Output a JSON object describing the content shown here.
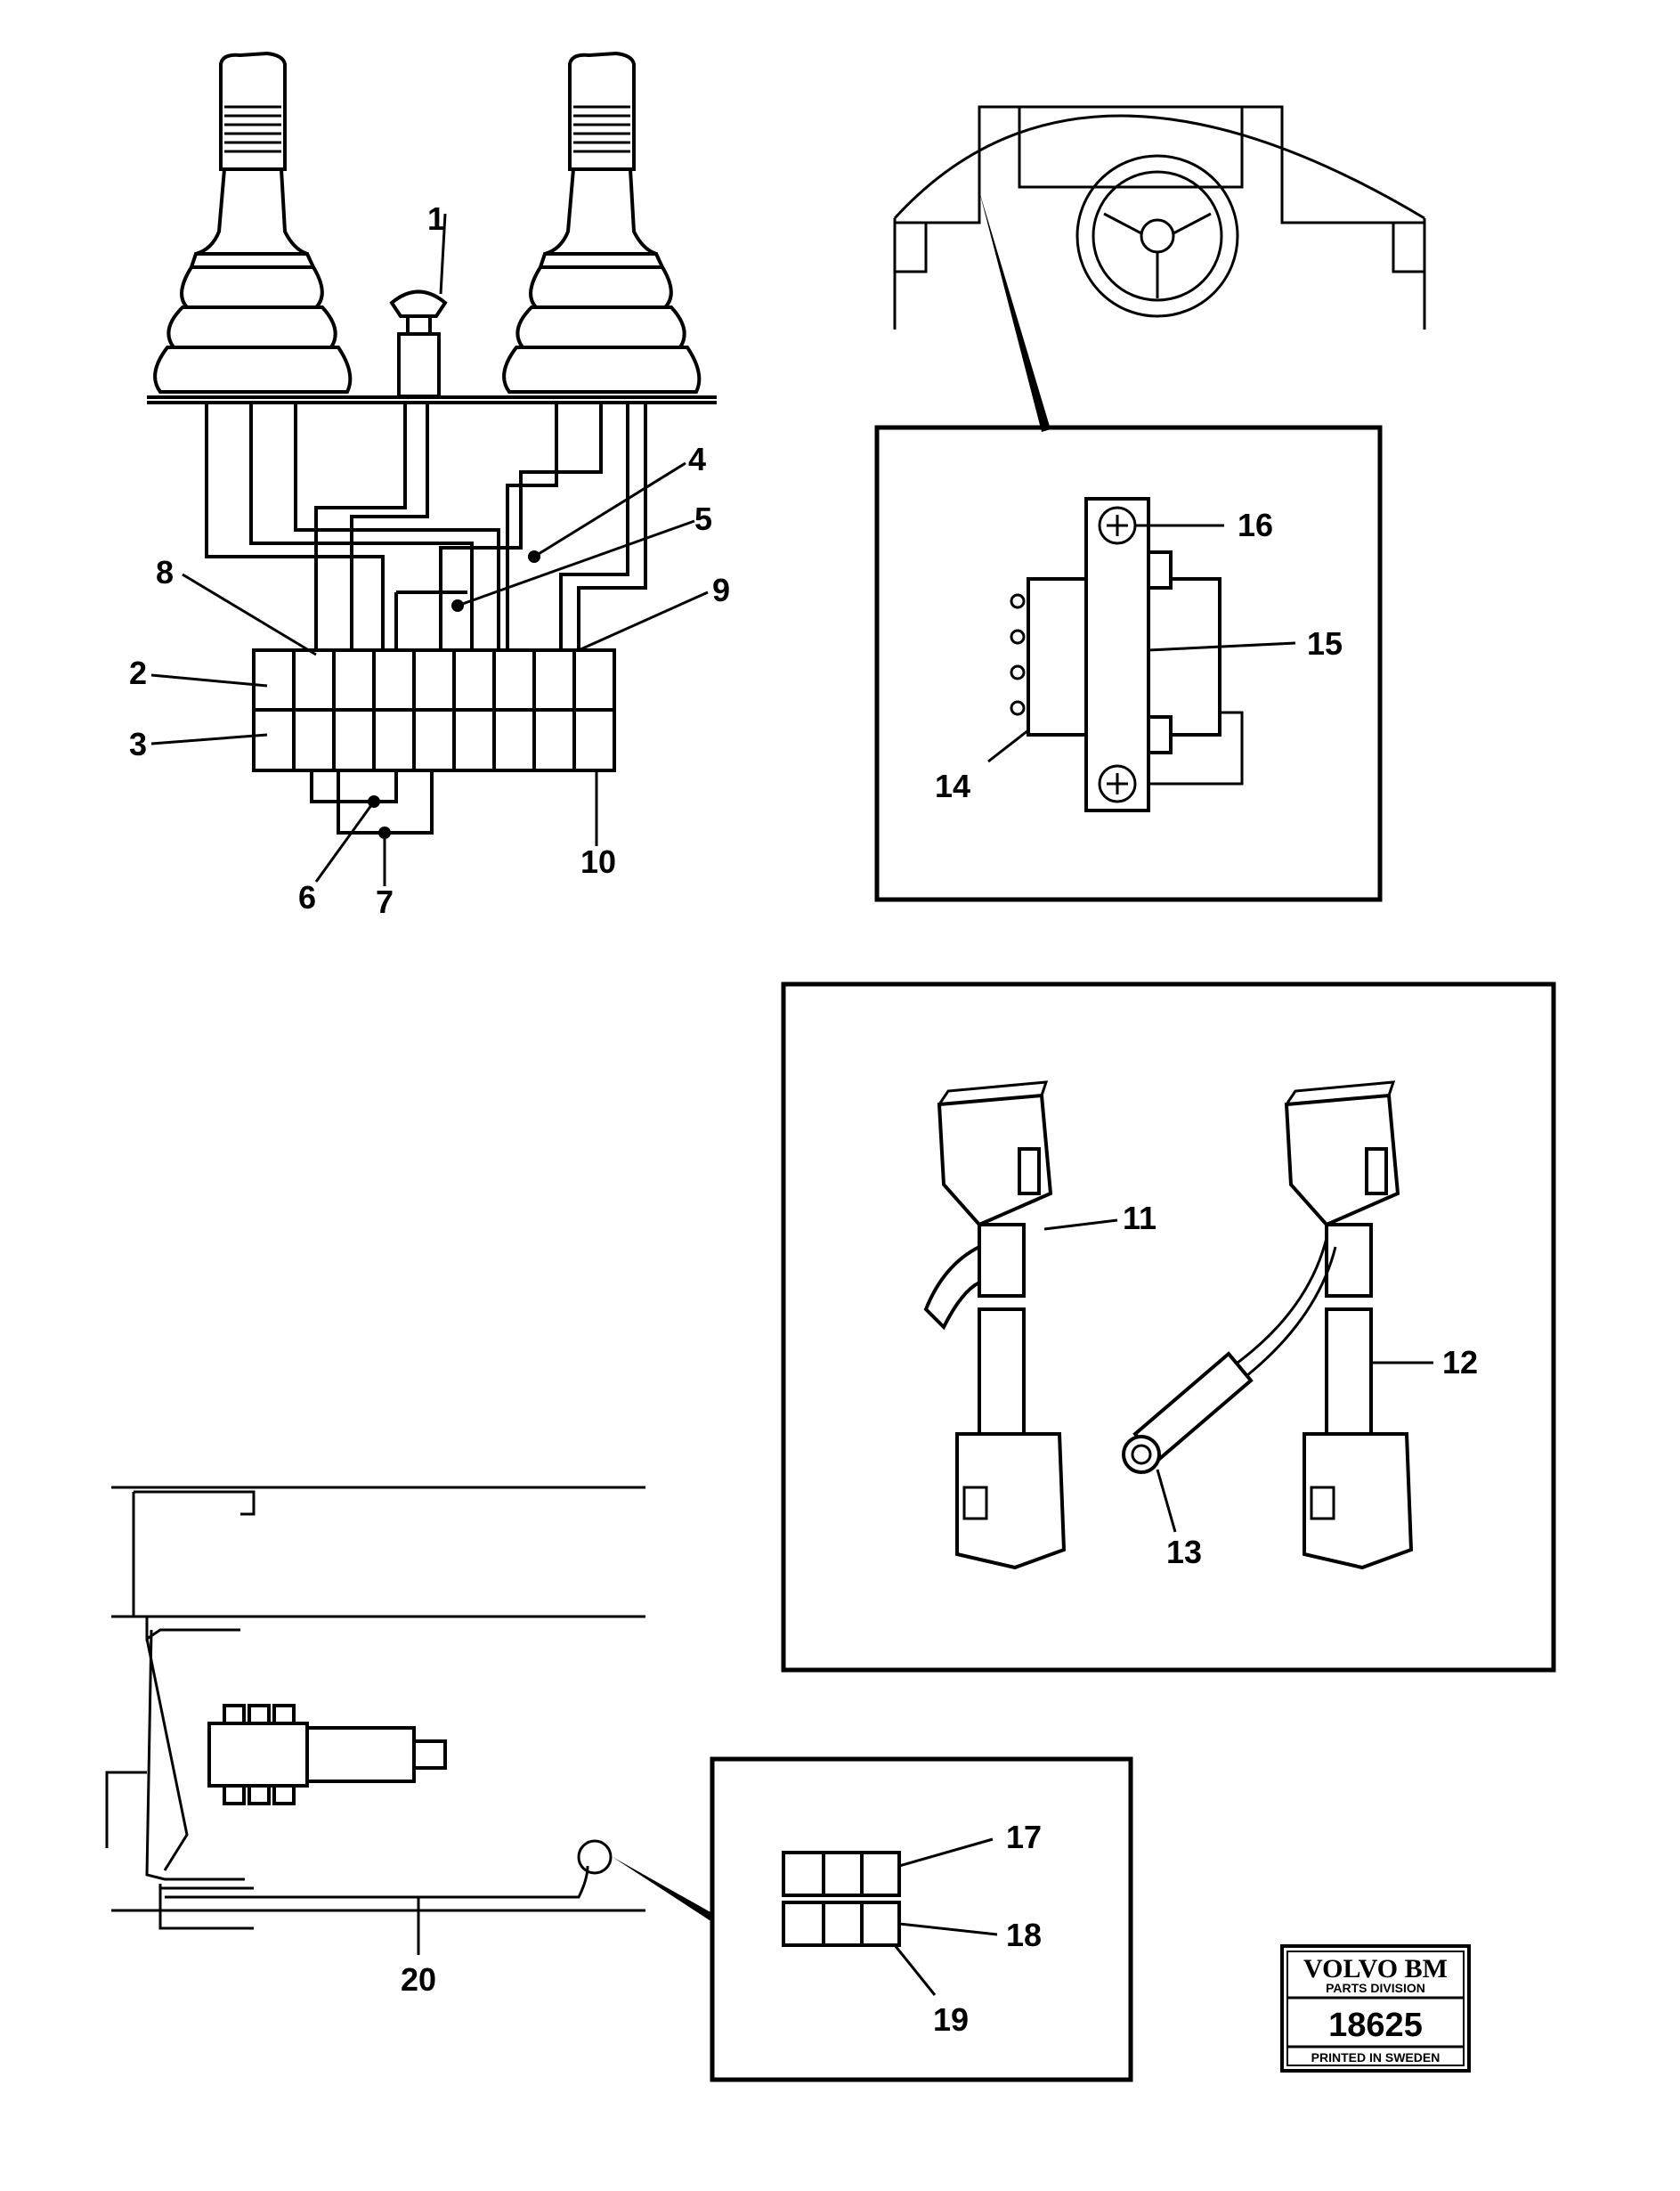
{
  "callouts": [
    "1",
    "2",
    "3",
    "4",
    "5",
    "6",
    "7",
    "8",
    "9",
    "10",
    "11",
    "12",
    "13",
    "14",
    "15",
    "16",
    "17",
    "18",
    "19",
    "20"
  ],
  "stamp": {
    "brand": "VOLVO BM",
    "division": "PARTS DIVISION",
    "number": "18625",
    "footer": "PRINTED IN SWEDEN"
  }
}
